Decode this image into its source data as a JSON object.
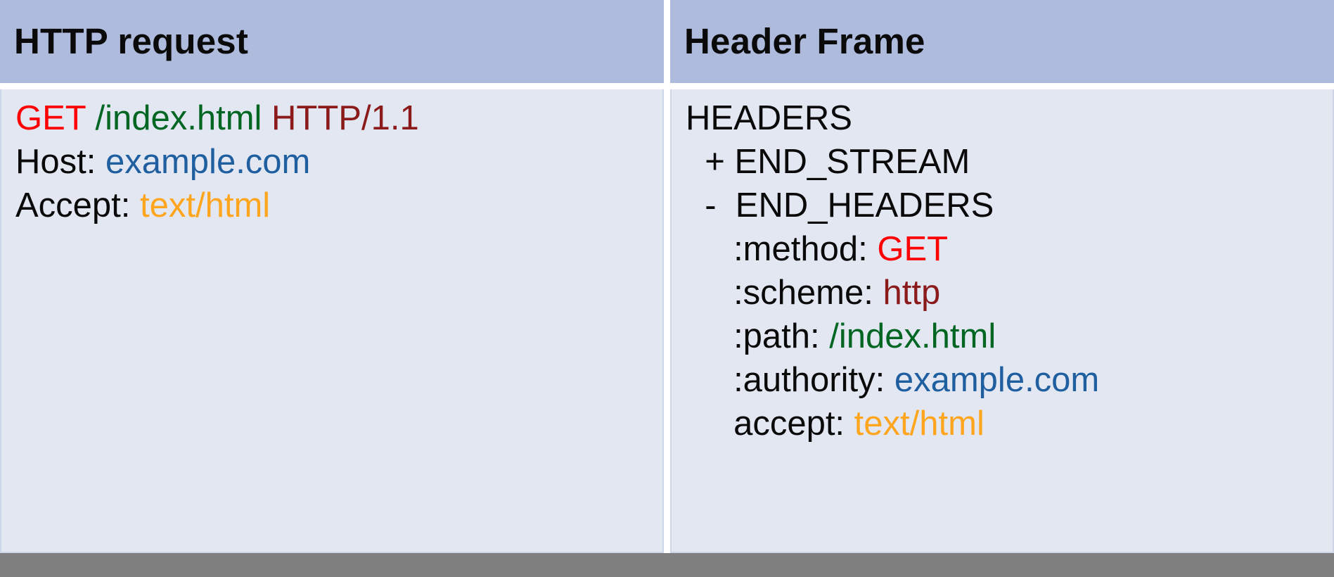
{
  "table": {
    "columns": [
      {
        "id": "http-request",
        "header": "HTTP request"
      },
      {
        "id": "header-frame",
        "header": "Header Frame"
      }
    ],
    "http_request": {
      "lines": [
        {
          "id": "request-line",
          "tokens": [
            {
              "text": "GET",
              "color_role": "method"
            },
            {
              "text": " ",
              "color_role": "plain"
            },
            {
              "text": "/index.html",
              "color_role": "path"
            },
            {
              "text": " ",
              "color_role": "plain"
            },
            {
              "text": "HTTP/1.1",
              "color_role": "proto"
            }
          ]
        },
        {
          "id": "host-header",
          "tokens": [
            {
              "text": "Host: ",
              "color_role": "plain"
            },
            {
              "text": "example.com",
              "color_role": "host"
            }
          ]
        },
        {
          "id": "accept-header",
          "tokens": [
            {
              "text": "Accept: ",
              "color_role": "plain"
            },
            {
              "text": "text/html",
              "color_role": "accept"
            }
          ]
        }
      ]
    },
    "header_frame": {
      "lines": [
        {
          "id": "frame-type",
          "tokens": [
            {
              "text": "HEADERS",
              "color_role": "plain"
            }
          ]
        },
        {
          "id": "flag-end-stream",
          "tokens": [
            {
              "text": "  + END_STREAM",
              "color_role": "plain"
            }
          ]
        },
        {
          "id": "flag-end-headers",
          "tokens": [
            {
              "text": "  -  END_HEADERS",
              "color_role": "plain"
            }
          ]
        },
        {
          "id": "pseudo-method",
          "tokens": [
            {
              "text": "     :method: ",
              "color_role": "plain"
            },
            {
              "text": "GET",
              "color_role": "method"
            }
          ]
        },
        {
          "id": "pseudo-scheme",
          "tokens": [
            {
              "text": "     :scheme: ",
              "color_role": "plain"
            },
            {
              "text": "http",
              "color_role": "proto"
            }
          ]
        },
        {
          "id": "pseudo-path",
          "tokens": [
            {
              "text": "     :path: ",
              "color_role": "plain"
            },
            {
              "text": "/index.html",
              "color_role": "path"
            }
          ]
        },
        {
          "id": "pseudo-authority",
          "tokens": [
            {
              "text": "     :authority: ",
              "color_role": "plain"
            },
            {
              "text": "example.com",
              "color_role": "host"
            }
          ]
        },
        {
          "id": "header-accept",
          "tokens": [
            {
              "text": "     accept: ",
              "color_role": "plain"
            },
            {
              "text": "text/html",
              "color_role": "accept"
            }
          ]
        }
      ]
    }
  },
  "colors": {
    "header_band": "#AEBBDC",
    "cell_background": "#E2E7F2",
    "footer_band": "#807F7F",
    "method": "#FF0000",
    "path": "#006622",
    "proto": "#8B1A1A",
    "host": "#1F5FA0",
    "accept": "#FFA51E",
    "plain": "#0A0A0A"
  }
}
